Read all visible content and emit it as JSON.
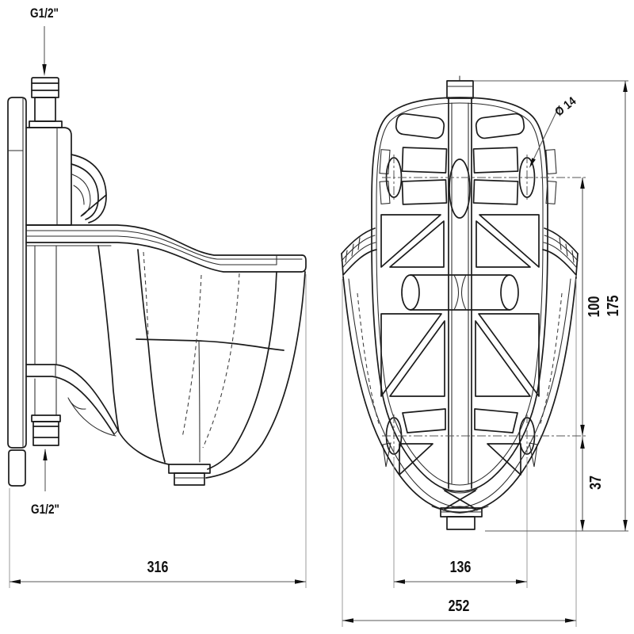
{
  "labels": {
    "inlet_thread": "G1/2\"",
    "drain_thread": "G1/2\"",
    "hole_diameter": "Ø 14"
  },
  "dimensions": {
    "side_depth": "316",
    "rear_width": "252",
    "hole_spacing_horizontal": "136",
    "hole_spacing_vertical": "100",
    "overall_height": "175",
    "drain_offset": "37"
  },
  "colors": {
    "object_line": "#1b1b1b",
    "dimension_line": "#5a5a5a",
    "extension_line": "#9b9b9b",
    "text": "#101010",
    "background": "#ffffff"
  }
}
